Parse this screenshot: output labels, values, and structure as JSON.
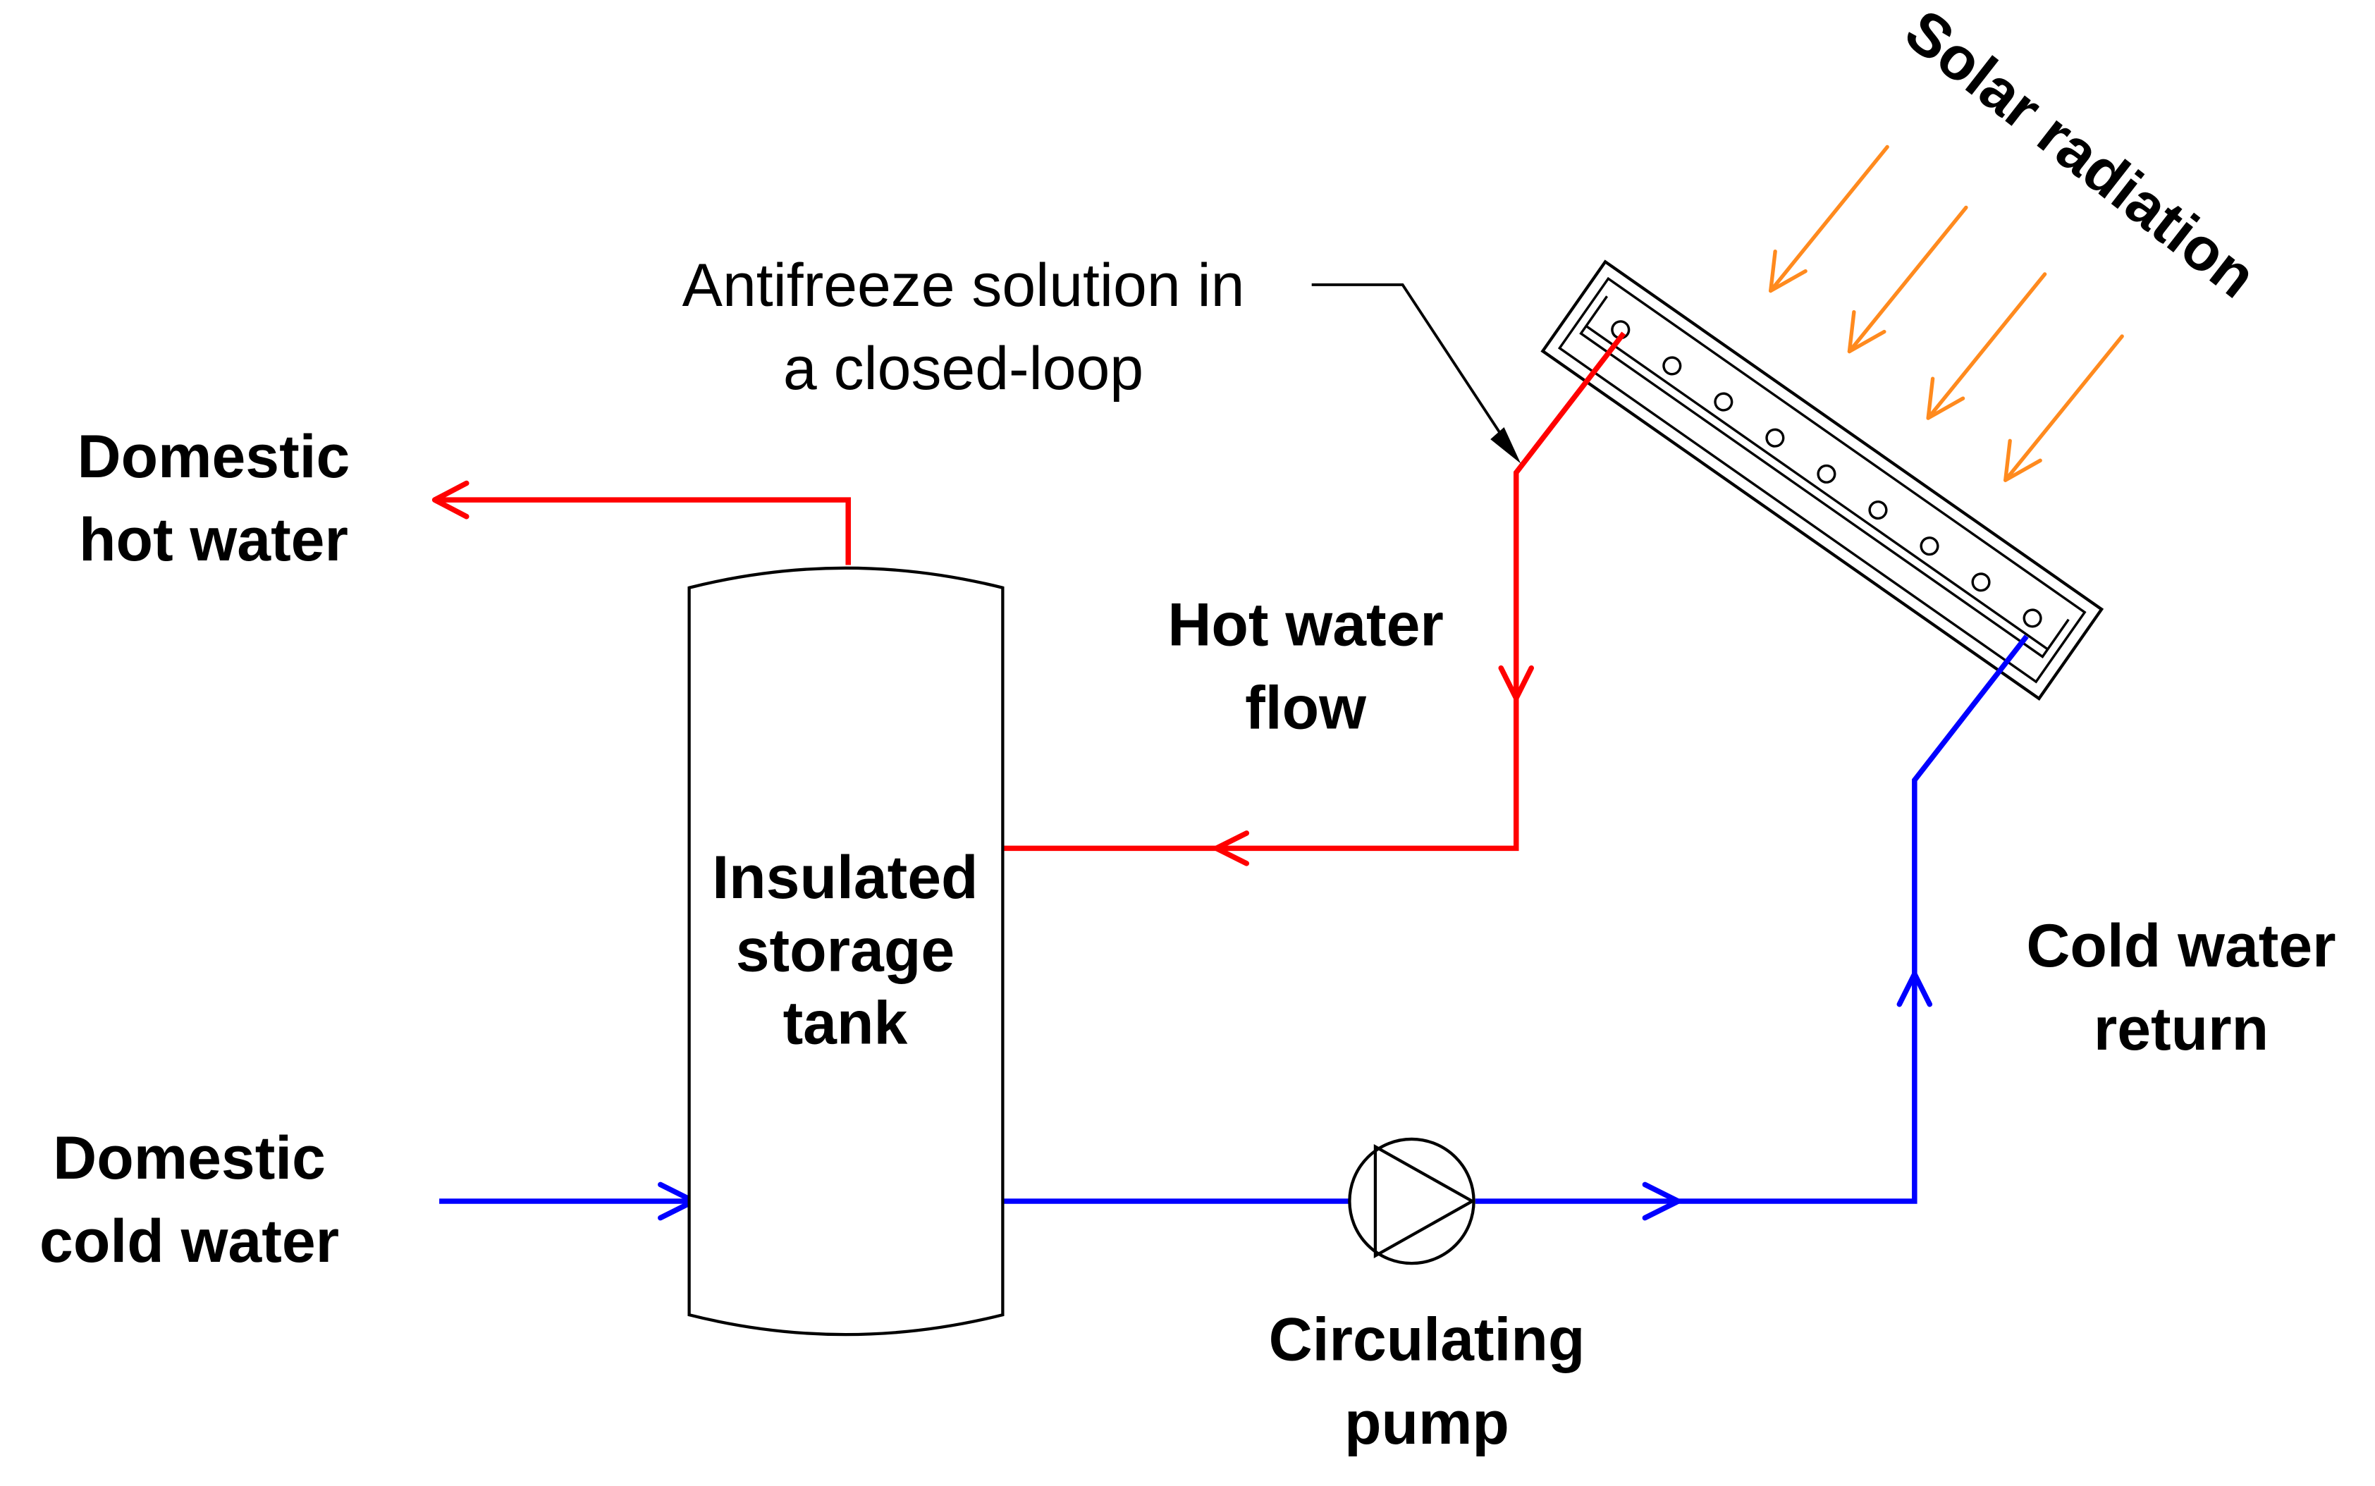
{
  "labels": {
    "solar_radiation": "Solar radiation",
    "antifreeze_line1": "Antifreeze solution in",
    "antifreeze_line2": "a closed-loop",
    "domestic_hot_water_line1": "Domestic",
    "domestic_hot_water_line2": "hot water",
    "hot_water_flow_line1": "Hot water",
    "hot_water_flow_line2": "flow",
    "tank_line1": "Insulated",
    "tank_line2": "storage",
    "tank_line3": "tank",
    "cold_water_return_line1": "Cold water",
    "cold_water_return_line2": "return",
    "domestic_cold_water_line1": "Domestic",
    "domestic_cold_water_line2": "cold water",
    "circulating_pump_line1": "Circulating",
    "circulating_pump_line2": "pump"
  },
  "colors": {
    "hot_pipe": "#ff0000",
    "cold_pipe": "#0000ff",
    "solar_rays": "#ff8a1e",
    "outline": "#000000",
    "background": "#ffffff"
  }
}
